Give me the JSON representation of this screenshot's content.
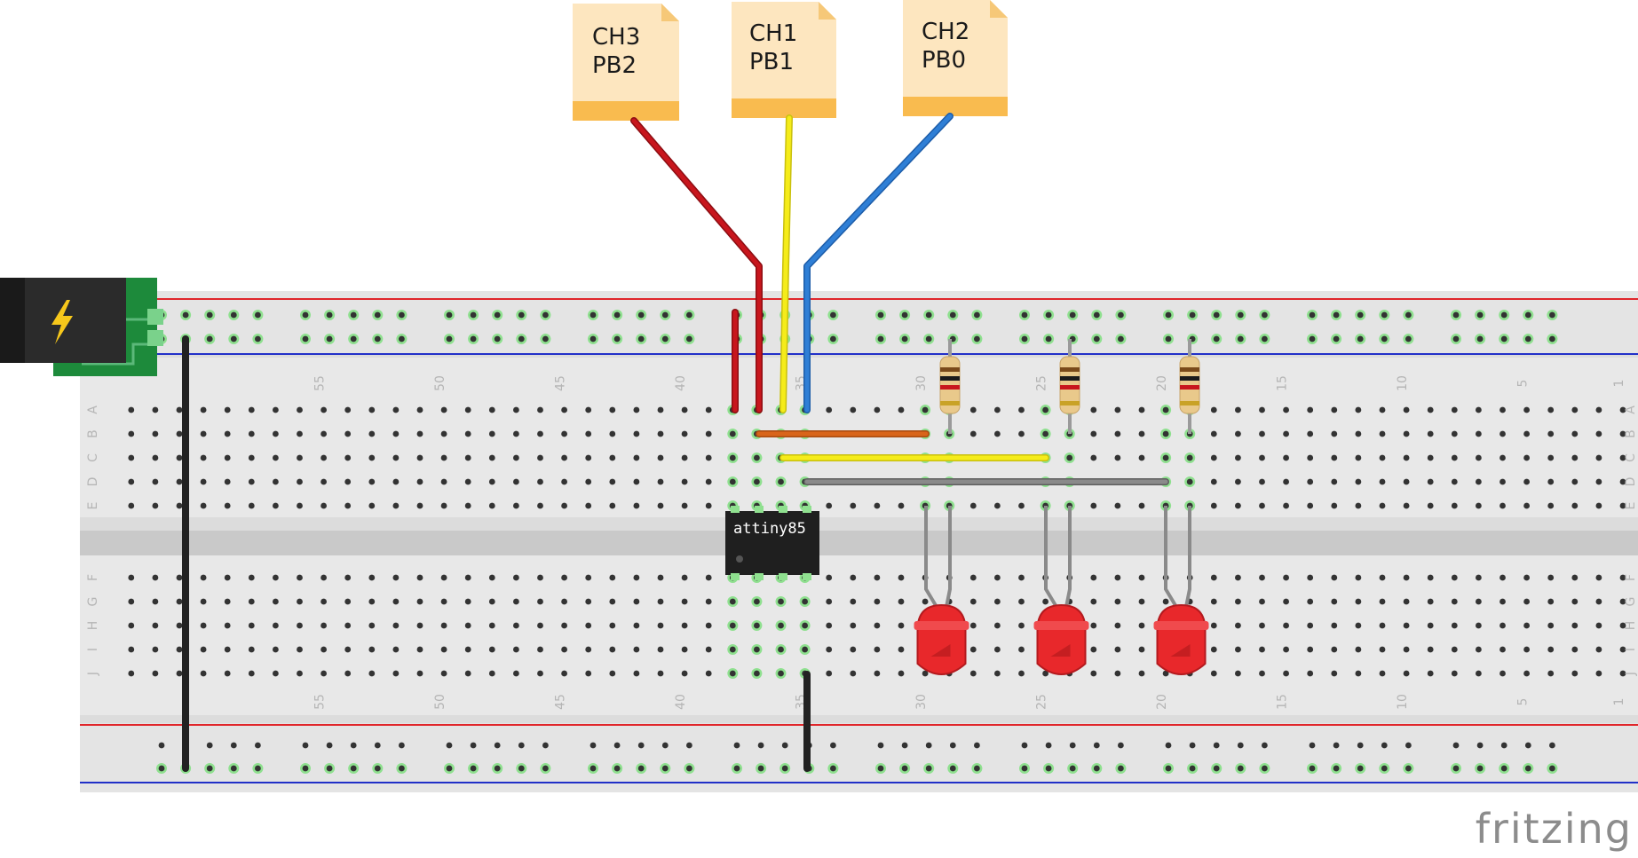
{
  "notes": [
    {
      "id": "ch3",
      "line1": "CH3",
      "line2": "PB2"
    },
    {
      "id": "ch1",
      "line1": "CH1",
      "line2": "PB1"
    },
    {
      "id": "ch2",
      "line1": "CH2",
      "line2": "PB0"
    }
  ],
  "chip": {
    "label": "attiny85"
  },
  "row_letters_top": [
    "A",
    "B",
    "C",
    "D",
    "E"
  ],
  "row_letters_bottom": [
    "F",
    "G",
    "H",
    "I",
    "J"
  ],
  "column_numbers": [
    "55",
    "50",
    "45",
    "40",
    "35",
    "30",
    "25",
    "20",
    "15",
    "10",
    "5",
    "1"
  ],
  "watermark": "fritzing",
  "colors": {
    "wire_red": "#c8161d",
    "wire_yellow": "#f5ec1a",
    "wire_blue": "#2f7fd6",
    "wire_orange": "#d9651a",
    "wire_gray": "#8a8a8a",
    "wire_black": "#222222",
    "note_fill": "#fde6bf",
    "note_band": "#f9bb4f",
    "led_red": "#e8282b",
    "breadboard": "#dcdcdc",
    "rail_red": "#e0262b",
    "rail_blue": "#2130c8"
  }
}
